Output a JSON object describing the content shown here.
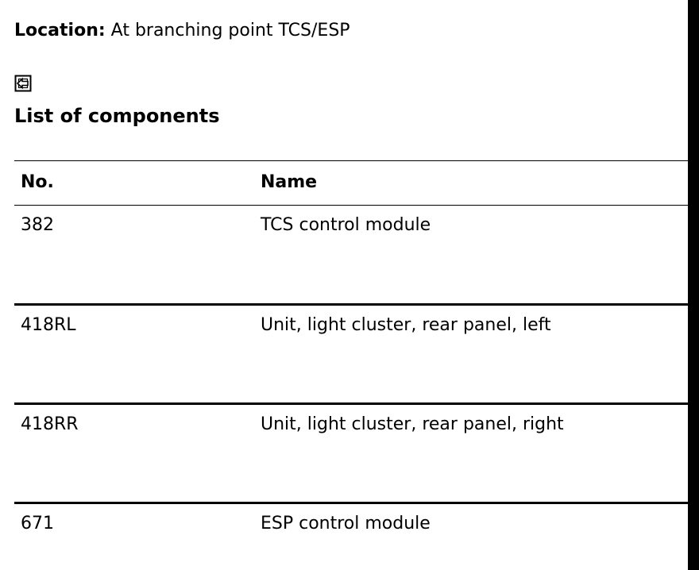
{
  "location": {
    "label": "Location:",
    "value": "At branching point TCS/ESP"
  },
  "back_icon": {
    "icon": "back-arrow-icon"
  },
  "section": {
    "title": "List of components"
  },
  "table": {
    "headers": {
      "no": "No.",
      "name": "Name"
    },
    "rows": [
      {
        "no": "382",
        "name": "TCS control module"
      },
      {
        "no": "418RL",
        "name": "Unit, light cluster, rear panel, left"
      },
      {
        "no": "418RR",
        "name": "Unit, light cluster, rear panel, right"
      },
      {
        "no": "671",
        "name": "ESP control module"
      }
    ]
  }
}
